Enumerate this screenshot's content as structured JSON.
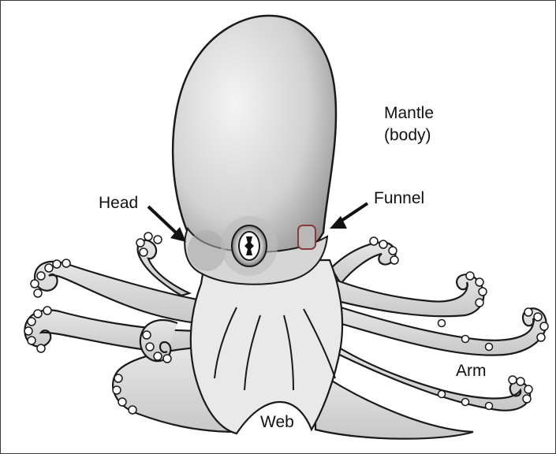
{
  "labels": {
    "mantle_line1": "Mantle",
    "mantle_line2": "(body)",
    "head": "Head",
    "funnel": "Funnel",
    "arm": "Arm",
    "web": "Web"
  },
  "colors": {
    "outline": "#1a1a1a",
    "body_light": "#f2f2f2",
    "body_shade": "#9a9a9a",
    "funnel_outline": "#8a3a3a"
  }
}
